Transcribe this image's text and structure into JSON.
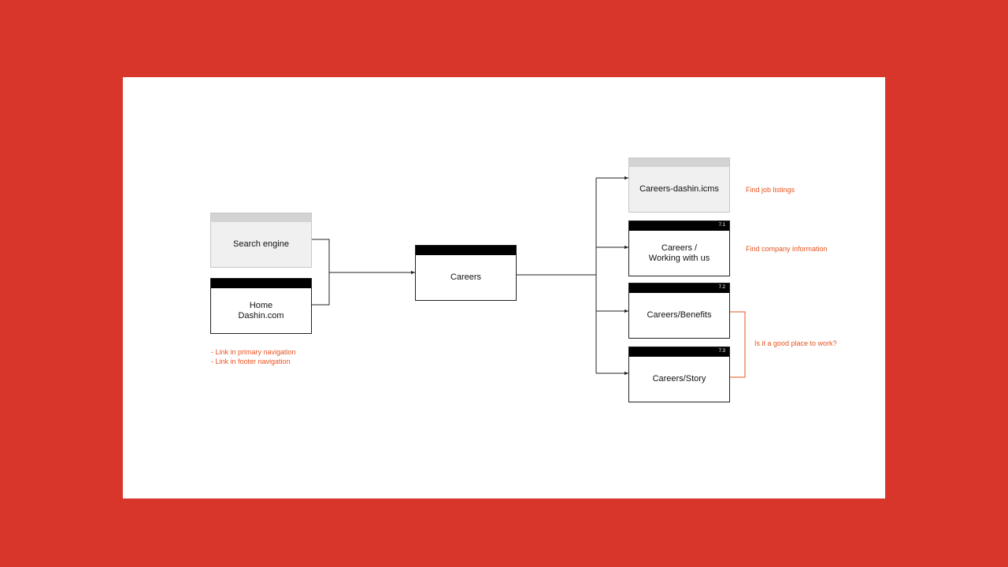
{
  "colors": {
    "background": "#d9362b",
    "canvas": "#ffffff",
    "accent": "#e8531f",
    "page_bar": "#000000",
    "external_bar": "#d3d3d3",
    "external_fill": "#f0f0f0"
  },
  "sources": {
    "search_engine": {
      "label": "Search engine",
      "kind": "external"
    },
    "home": {
      "line1": "Home",
      "line2": "Dashin.com",
      "kind": "page"
    },
    "notes": [
      "- Link in primary navigation",
      "- Link in footer navigation"
    ]
  },
  "hub": {
    "label": "Careers",
    "kind": "page"
  },
  "destinations": [
    {
      "label": "Careers-dashin.icms",
      "kind": "external",
      "number": "",
      "note": "Find job listings"
    },
    {
      "line1": "Careers /",
      "line2": "Working with us",
      "kind": "page",
      "number": "7.1",
      "note": "Find company information"
    },
    {
      "label": "Careers/Benefits",
      "kind": "page",
      "number": "7.2",
      "note": ""
    },
    {
      "label": "Careers/Story",
      "kind": "page",
      "number": "7.3",
      "note": ""
    }
  ],
  "group_note": "Is it a good place to work?"
}
